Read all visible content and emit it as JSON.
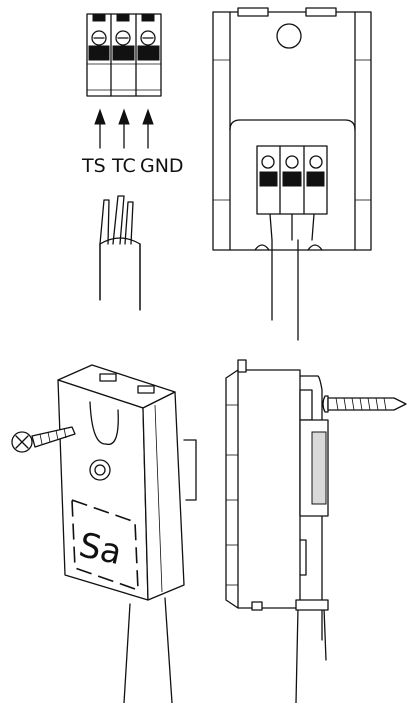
{
  "labels": {
    "wire_ts": "TS",
    "wire_tc": "TC",
    "wire_gnd": "GND",
    "plate_text": "Sa"
  },
  "colors": {
    "line": "#111111",
    "background": "#ffffff",
    "shade": "#d9d9d9"
  },
  "icons": {
    "terminal_block": "terminal-block-icon",
    "arrow": "arrow-up-icon",
    "cable": "cable-icon",
    "screw": "screw-icon"
  }
}
